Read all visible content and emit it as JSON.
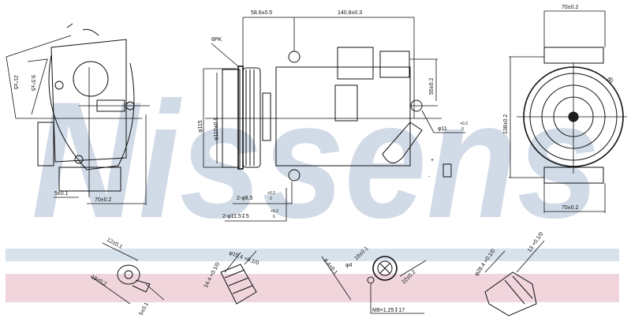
{
  "watermark": {
    "brand": "Nissens",
    "registered": "®"
  },
  "colors": {
    "band_blue": "#d8e2ec",
    "band_pink": "#f0d6dc",
    "watermark": "#c9d5e3",
    "line": "#111111"
  },
  "left_view": {
    "angle_outer": "21°±5",
    "angle_inner": "9.5°±5",
    "offset": "5±0.1",
    "width": "70±0.2"
  },
  "side_view": {
    "mount_offset": "58.6±0.5",
    "length": "140.8±0.3",
    "belt": "6PK",
    "pulley_outer": "φ115",
    "pulley_inner": "φ110±0.5",
    "hole_small": "2-φ8.5",
    "hole_small_tol": "+0.2",
    "hole_small_tol2": "0",
    "hole_large": "2-φ11.5↧5",
    "hole_large_tol": "+0.2",
    "hole_large_tol2": "0",
    "height_port": "55±0.2",
    "port_dia": "φ11",
    "port_tol": "+0.2",
    "port_tol2": "0",
    "plus": "+",
    "minus": "-"
  },
  "front_view": {
    "top_width": "70±0.2",
    "height": "138±0.2",
    "bottom_width": "70±0.2"
  },
  "details": [
    {
      "labels": [
        "12±0.1",
        "19±0.2",
        "5±0.1"
      ]
    },
    {
      "labels": [
        "14.4 +0.1/0",
        "φ15.4 +0.1/0"
      ]
    },
    {
      "labels": [
        "φ4",
        "18±0.1",
        "8.4±0.1",
        "22±0.2",
        "M8×1.25↧17"
      ]
    },
    {
      "labels": [
        "φ28.4 +0.1/0",
        "13 +0.1/0"
      ]
    }
  ]
}
